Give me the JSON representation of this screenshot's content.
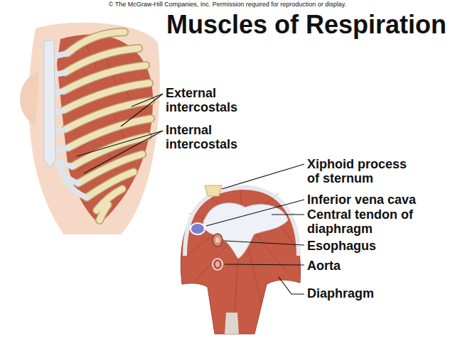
{
  "diagram": {
    "title": "Muscles of Respiration",
    "labels": [
      "© The McGraw-Hill Companies, Inc. Permission required for reproduction or display.",
      "External intercostals",
      "Internal intercostals",
      "Xiphoid process of sternum",
      "Inferior vena cava",
      "Central tendon of diaphragm",
      "Esophagus",
      "Aorta",
      "Diaphragm"
    ]
  }
}
